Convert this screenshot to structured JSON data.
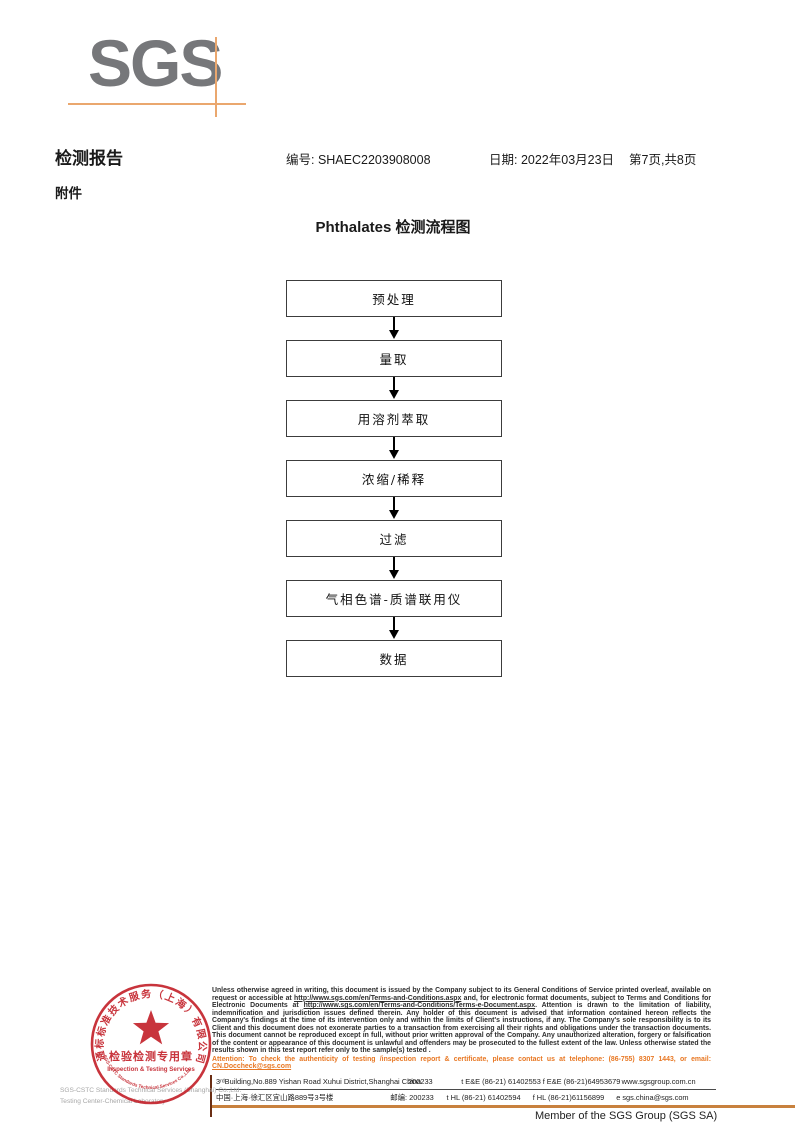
{
  "logo": {
    "text": "SGS"
  },
  "header": {
    "report_title": "检测报告",
    "report_no": "编号: SHAEC2203908008",
    "date": "日期: 2022年03月23日",
    "page": "第7页,共8页",
    "attachment": "附件"
  },
  "flowchart": {
    "title": "Phthalates 检测流程图",
    "steps": [
      "预处理",
      "量取",
      "用溶剂萃取",
      "浓缩/稀释",
      "过滤",
      "气相色谱-质谱联用仪",
      "数据"
    ]
  },
  "footer": {
    "legal": {
      "part1": "Unless otherwise agreed in writing, this document is issued by the Company subject to its General Conditions of Service printed overleaf, available on request or accessible at ",
      "url1": "http://www.sgs.com/en/Terms-and-Conditions.aspx",
      "part2": " and, for electronic format documents, subject to Terms and Conditions for Electronic Documents at ",
      "url2": "http://www.sgs.com/en/Terms-and-Conditions/Terms-e-Document.aspx",
      "part3": ". Attention is drawn to the limitation of liability, indemnification and jurisdiction issues defined therein. Any holder of this document is advised that information contained hereon reflects the Company's findings at the time of its intervention only and within the limits of Client's instructions, if any. The Company's sole responsibility is to its Client and this document does not exonerate parties to a transaction from exercising all their rights and obligations under the transaction documents. This document cannot be reproduced except in full, without prior written approval of the Company. Any unauthorized alteration, forgery or falsification of the content or appearance of this document is unlawful and offenders may be prosecuted to the fullest extent of the law. Unless otherwise stated the results shown in this test report refer only to the sample(s) tested ."
    },
    "attention": {
      "text": "Attention: To check the authenticity of testing /inspection report & certificate, please contact us at telephone: (86-755) 8307 1443, or email: ",
      "email": "CN.Doccheck@sgs.com"
    },
    "address": {
      "rows": [
        {
          "addr": "3ʳᵈBuilding,No.889 Yishan Road Xuhui District,Shanghai China",
          "zip": "200233",
          "tel": "t E&E (86-21) 61402553",
          "fax": "f E&E (86-21)64953679",
          "web": "www.sgsgroup.com.cn"
        },
        {
          "addr": "中国·上海·徐汇区宜山路889号3号楼",
          "zip": "邮编: 200233",
          "tel": "t HL (86-21) 61402594",
          "fax": "f HL (86-21)61156899",
          "web": "e  sgs.china@sgs.com"
        }
      ]
    },
    "member": "Member of the SGS Group (SGS SA)",
    "company_gray_line1": "SGS-CSTC Standards Technical Services (Shanghai) Co.,Ltd.",
    "company_gray_line2": "Testing Center-Chemical Laboratory"
  },
  "stamp": {
    "ring_text": "通标标准技术服务（上海）有限公司",
    "arc_text": "SGS-CSTC Standards Technical Services Co.,Ltd.",
    "line1": "检验检测专用章",
    "line2": "Inspection & Testing Services"
  },
  "colors": {
    "logo_gray": "#76777a",
    "crosshair_tan": "#eaa76e",
    "rule_tan": "#c8813e",
    "attention_orange": "#e87722",
    "stamp_red": "#c4232c"
  }
}
